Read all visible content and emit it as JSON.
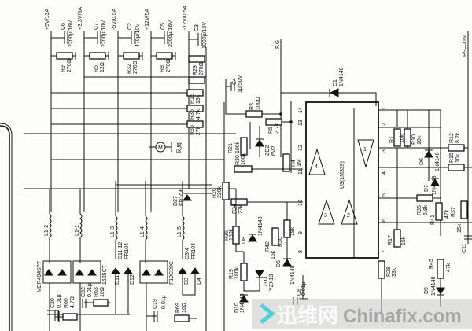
{
  "rails": {
    "p5v": "+5V/13A",
    "p33v": "+3.3V/6A",
    "n5v": "-5V/0.5A",
    "p12v": "+12V/5A",
    "n12v": "-12V/0.5A",
    "pg": "P.G",
    "pson": "PS—ON"
  },
  "capacitors": [
    {
      "ref": "C6",
      "value": "2200μ/16V"
    },
    {
      "ref": "C7",
      "value": "2200μ/10V"
    },
    {
      "ref": "C2",
      "value": "470μ/10V"
    },
    {
      "ref": "C5",
      "value": "2200μ/16V"
    },
    {
      "ref": "C3",
      "value": "1000μ/16V"
    },
    {
      "ref": "C4",
      "value": "1μ/50V"
    },
    {
      "ref": "C20",
      "value": "0.01μ"
    },
    {
      "ref": "C32",
      "value": "0.01μ"
    },
    {
      "ref": "C19",
      "value": "0.01μ"
    },
    {
      "ref": "C8",
      "value": "0.01μ"
    },
    {
      "ref": "C11",
      "value": ""
    }
  ],
  "resistors": [
    {
      "ref": "R9",
      "value": "270Ω"
    },
    {
      "ref": "R6",
      "value": "12Ω"
    },
    {
      "ref": "R32",
      "value": "270Ω"
    },
    {
      "ref": "R8",
      "value": "270Ω"
    },
    {
      "ref": "R29",
      "value": "270Ω"
    },
    {
      "ref": "R16",
      "value": "13k"
    },
    {
      "ref": "R36",
      "value": "4.7k"
    },
    {
      "ref": "R35",
      "value": "27k"
    },
    {
      "ref": "R3",
      "value": "100Ω"
    },
    {
      "ref": "R5",
      "value": "2.7k"
    },
    {
      "ref": "R21",
      "value": "100k"
    },
    {
      "ref": "R4",
      "value": "1M"
    },
    {
      "ref": "R30",
      "value": "100k"
    },
    {
      "ref": "R26",
      "value": "220k"
    },
    {
      "ref": "R34",
      "value": "27k"
    },
    {
      "ref": "R36",
      "value": "150k"
    },
    {
      "ref": "R19",
      "value": "180k"
    },
    {
      "ref": "R42",
      "value": "15k"
    },
    {
      "ref": "R30",
      "value": "18k"
    },
    {
      "ref": "R17",
      "value": "15k"
    },
    {
      "ref": "R28",
      "value": "33k"
    },
    {
      "ref": "R1",
      "value": "10k"
    },
    {
      "ref": "R10",
      "value": "10k"
    },
    {
      "ref": "R12",
      "value": "8.2k"
    },
    {
      "ref": "R15",
      "value": "10k"
    },
    {
      "ref": "R35",
      "value": "6.8k"
    },
    {
      "ref": "R41",
      "value": "47k"
    },
    {
      "ref": "R37",
      "value": "15k"
    },
    {
      "ref": "R45",
      "value": "47k"
    },
    {
      "ref": "R60",
      "value": "4.7Ω"
    },
    {
      "ref": "R63",
      "value": "10Ω"
    },
    {
      "ref": "R69",
      "value": "10Ω"
    }
  ],
  "diodes": [
    {
      "ref": "D1",
      "value": "1N4148"
    },
    {
      "ref": "D6",
      "value": "1N4148"
    },
    {
      "ref": "D7",
      "value": "1N4148"
    },
    {
      "ref": "D8",
      "value": "1N4148"
    },
    {
      "ref": "D5",
      "value": "1N4148"
    },
    {
      "ref": "D9",
      "value": "1N4148"
    },
    {
      "ref": "D10",
      "value": "1N4148"
    },
    {
      "ref": "D27",
      "value": "FR104"
    },
    {
      "ref": "D11-12",
      "value": "FR104"
    },
    {
      "ref": "D3-4",
      "value": "FR104"
    },
    {
      "ref": "ZD2",
      "value": "6V2"
    },
    {
      "ref": "ZD3",
      "value": "YZX13"
    },
    {
      "ref": "D11",
      "value": ""
    },
    {
      "ref": "D12",
      "value": ""
    },
    {
      "ref": "D3",
      "value": ""
    },
    {
      "ref": "D4",
      "value": ""
    }
  ],
  "rectifiers": [
    "MBR4045PT",
    "1525CT",
    "F10C20C"
  ],
  "inductors": [
    "L1-2",
    "L1-1",
    "L1-3",
    "L1-4",
    "L1-5"
  ],
  "ic": {
    "name": "U3(LM339)",
    "pins": [
      "14",
      "13",
      "12",
      "11",
      "10",
      "9",
      "8",
      "7",
      "6",
      "5",
      "4",
      "3",
      "2",
      "1"
    ],
    "opamps": [
      "4",
      "1",
      "3",
      "2"
    ]
  },
  "motor": {
    "symbol": "M",
    "label": "风扇"
  },
  "watermark": {
    "cn": "迅维网",
    "en": "Chinafix.com"
  }
}
